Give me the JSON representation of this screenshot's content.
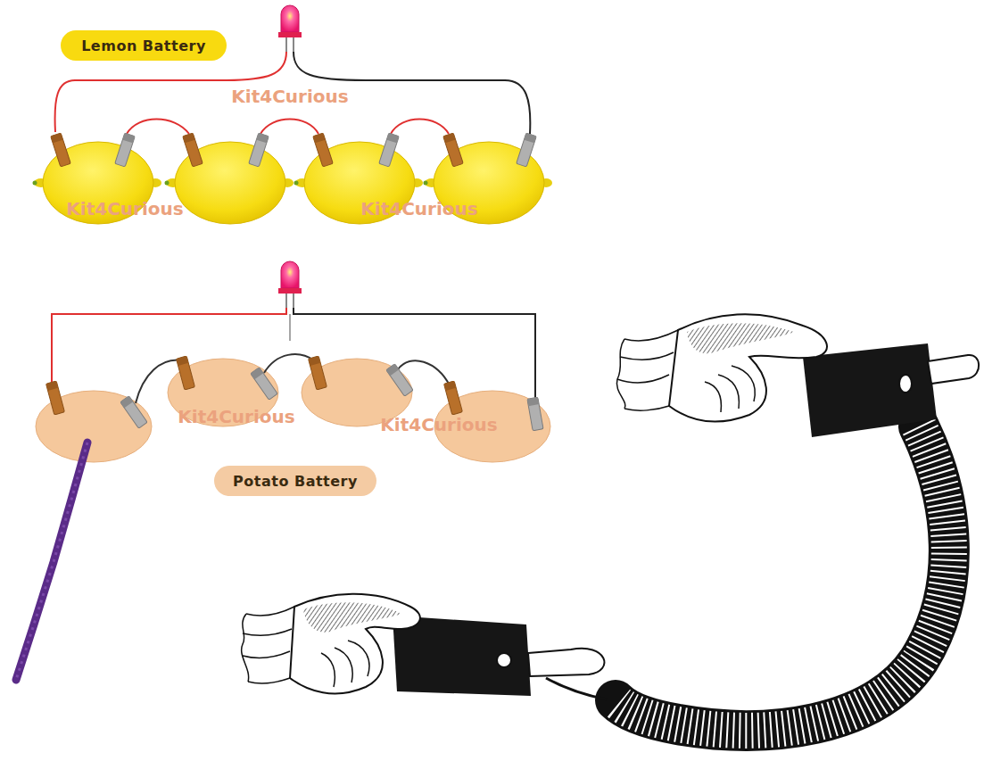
{
  "diagram": {
    "nodes": [
      {
        "text": [
          "Lemon Battery"
        ]
      },
      {
        "text": [
          "Potato Battery"
        ]
      }
    ],
    "labels": [
      "Kit4Curious",
      "Kit4Curious",
      "Kit4Curious",
      "Kit4Curious",
      "Kit4Curious"
    ]
  }
}
